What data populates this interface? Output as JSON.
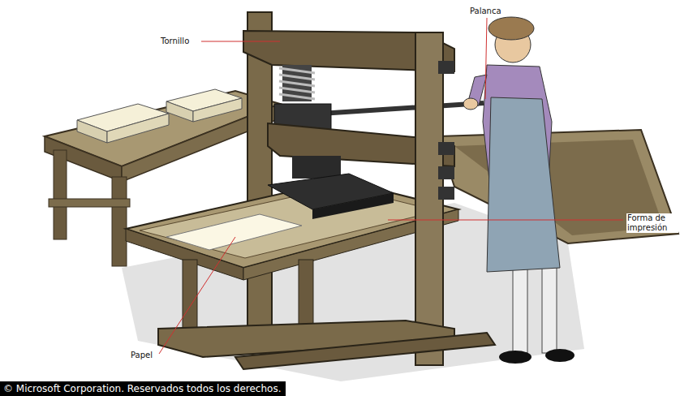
{
  "diagram": {
    "labels": [
      "Tornillo",
      "Palanca",
      "Forma de impresión",
      "Papel",
      "© Microsoft Corporation. Reservados todos los derechos."
    ]
  }
}
